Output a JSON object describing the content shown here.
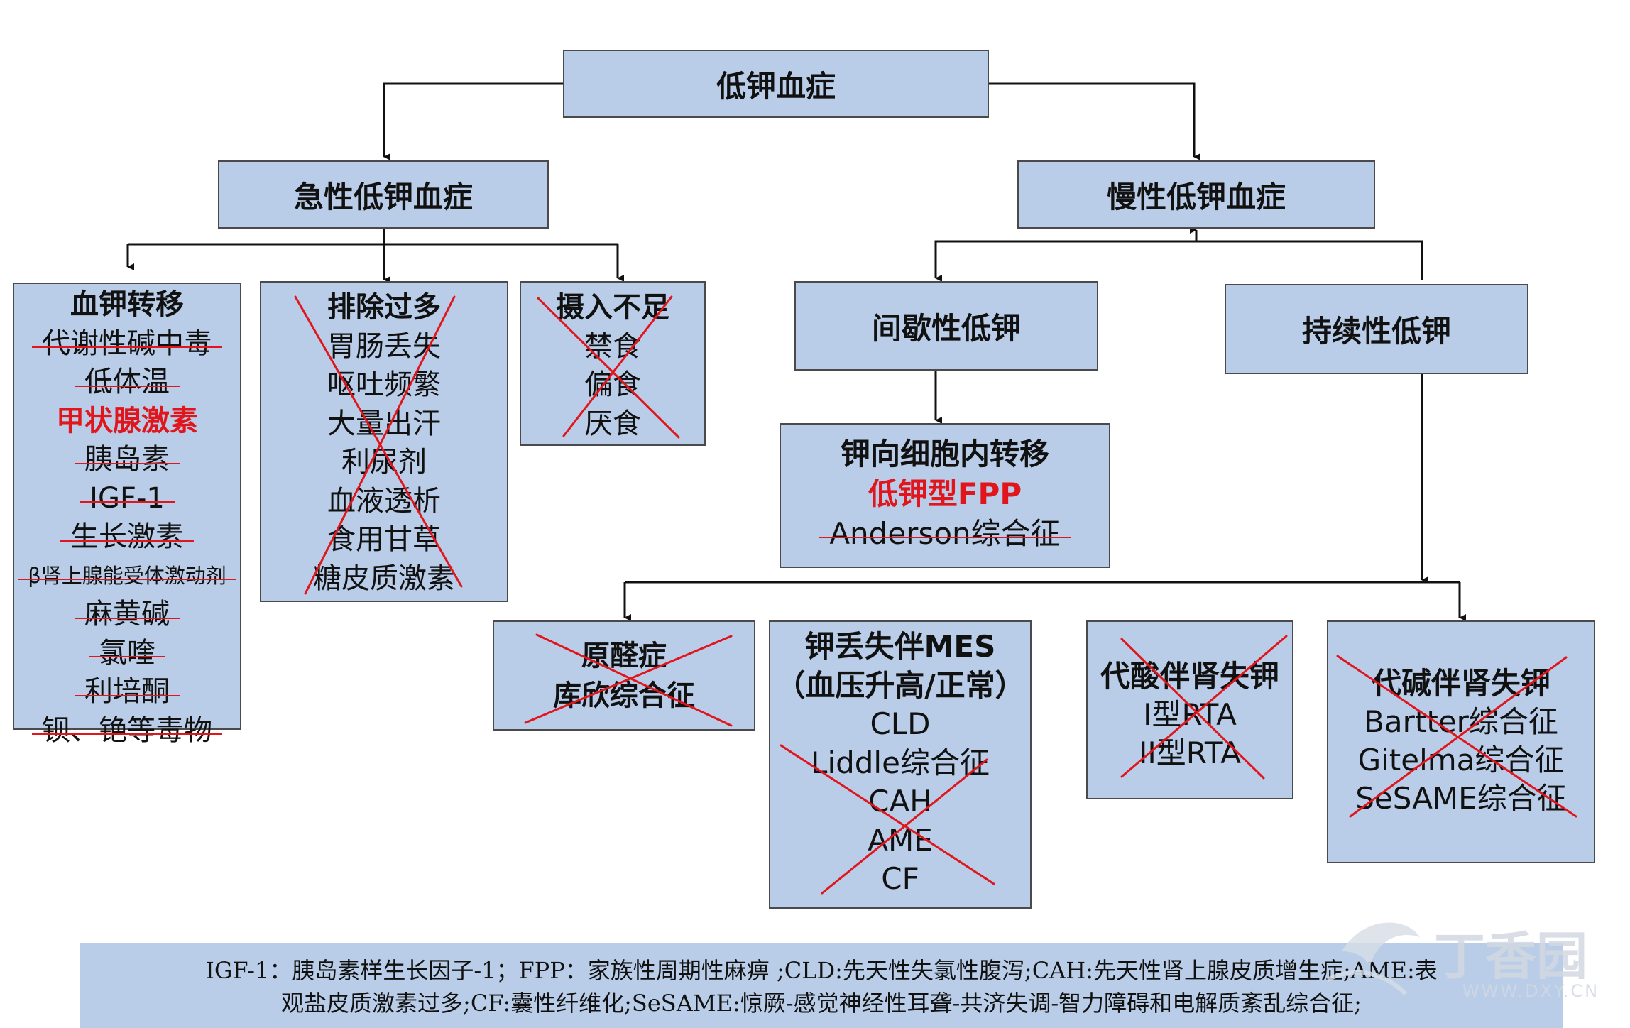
{
  "root": "低钾血症",
  "acute": {
    "title": "急性低钾血症",
    "shift": {
      "header": "血钾转移",
      "items": [
        "代谢性碱中毒",
        "低体温",
        "甲状腺激素",
        "胰岛素",
        "IGF-1",
        "生长激素",
        "β肾上腺能受体激动剂",
        "麻黄碱",
        "氯喹",
        "利培酮",
        "钡、铯等毒物"
      ]
    },
    "excess": {
      "header": "排除过多",
      "items": [
        "胃肠丢失",
        "呕吐频繁",
        "大量出汗",
        "利尿剂",
        "血液透析",
        "食用甘草",
        "糖皮质激素"
      ]
    },
    "intake": {
      "header": "摄入不足",
      "items": [
        "禁食",
        "偏食",
        "厌食"
      ]
    }
  },
  "chronic": {
    "title": "慢性低钾血症",
    "intermittent": {
      "title": "间歇性低钾",
      "child": {
        "header": "钾向细胞内转移",
        "highlight": "低钾型FPP",
        "items": [
          "Anderson综合征"
        ]
      }
    },
    "persistent": {
      "title": "持续性低钾",
      "aldo": {
        "items": [
          "原醛症",
          "库欣综合征"
        ]
      },
      "mes": {
        "header": "钾丢失伴MES",
        "subheader": "（血压升高/正常）",
        "items": [
          "CLD",
          "Liddle综合征",
          "CAH",
          "AME",
          "CF"
        ]
      },
      "acidosis": {
        "header": "代酸伴肾失钾",
        "items": [
          "I型RTA",
          "II型RTA"
        ]
      },
      "alkalosis": {
        "header": "代碱伴肾失钾",
        "items": [
          "Bartter综合征",
          "Gitelma综合征",
          "SeSAME综合征"
        ]
      }
    }
  },
  "footer": {
    "line1": "IGF-1：胰岛素样生长因子-1；FPP：家族性周期性麻痹 ;CLD:先天性失氯性腹泻;CAH:先天性肾上腺皮质增生症;AME:表",
    "line2": "观盐皮质激素过多;CF:囊性纤维化;SeSAME:惊厥-感觉神经性耳聋-共济失调-智力障碍和电解质紊乱综合征;"
  },
  "watermark": {
    "text": "丁香园",
    "url": "WWW.DXY.CN"
  },
  "colors": {
    "box_fill": "#b9cde8",
    "strike_red": "#e0161c",
    "highlight_red": "#e0161c"
  }
}
